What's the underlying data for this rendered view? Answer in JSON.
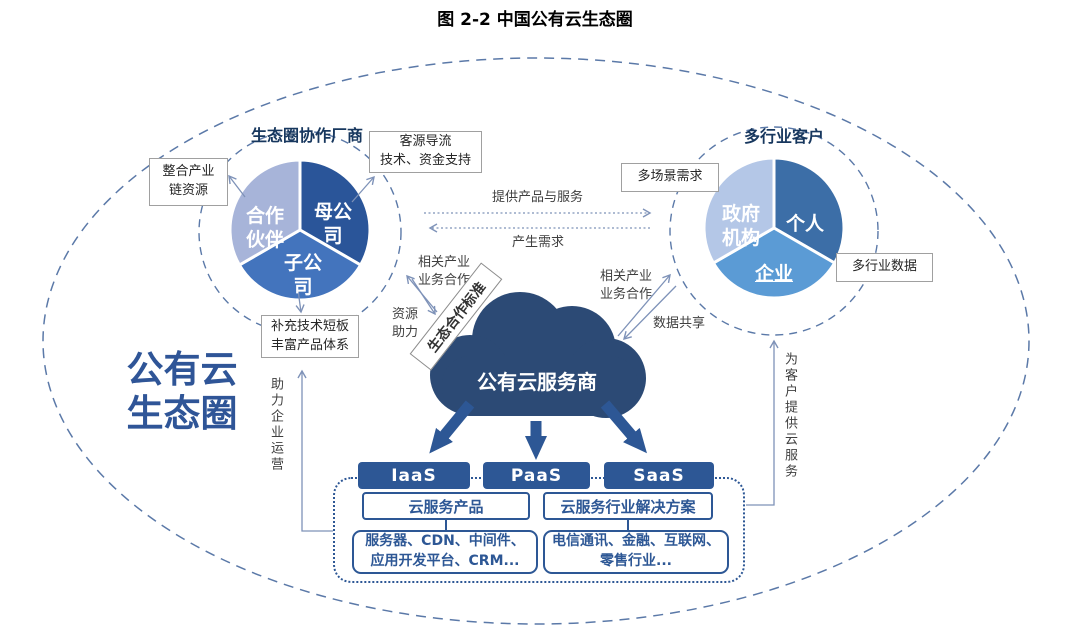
{
  "title": "图 2-2 中国公有云生态圈",
  "big_label": "公有云\n生态圈",
  "colors": {
    "accent_dark_blue": "#2d5795",
    "cloud_fill": "#2c4a75",
    "label_navy": "#17375e",
    "line_blue_gray": "#7e92b8",
    "dashed_blue": "#5b79a8",
    "pie_left": [
      "#a7b4d9",
      "#2a5599",
      "#4374bd"
    ],
    "pie_right": [
      "#b4c7e7",
      "#3c6ea7",
      "#5b9bd5"
    ]
  },
  "left": {
    "cluster_label": "生态圈协作厂商",
    "pie": {
      "partner": "合作\n伙伴",
      "parent": "母公\n司",
      "subsidiary": "子公\n司"
    },
    "integrate_box": "整合产业\n链资源",
    "customer_flow_box": "客源导流\n技术、资金支持",
    "supplement_box": "补充技术短板\n丰富产品体系",
    "industry_coop": "相关产业\n业务合作",
    "resource_support": "资源\n助力",
    "assist_ops": "助力企业运营"
  },
  "right": {
    "cluster_label": "多行业客户",
    "pie": {
      "government": "政府\n机构",
      "individual": "个人",
      "enterprise": "企业"
    },
    "scenario_box": "多场景需求",
    "industry_data_box": "多行业数据",
    "industry_coop": "相关产业\n业务合作",
    "data_share": "数据共享",
    "provide_cloud": "为客户提供云服务"
  },
  "center": {
    "cloud_label": "公有云服务商",
    "standard_box": "生态合作标准",
    "provide_label": "提供产品与服务",
    "demand_label": "产生需求"
  },
  "bottom": {
    "iaas": "IaaS",
    "paas": "PaaS",
    "saas": "SaaS",
    "products_header": "云服务产品",
    "solutions_header": "云服务行业解决方案",
    "products_detail": "服务器、CDN、中间件、\n应用开发平台、CRM...",
    "solutions_detail": "电信通讯、金融、互联网、\n零售行业..."
  }
}
